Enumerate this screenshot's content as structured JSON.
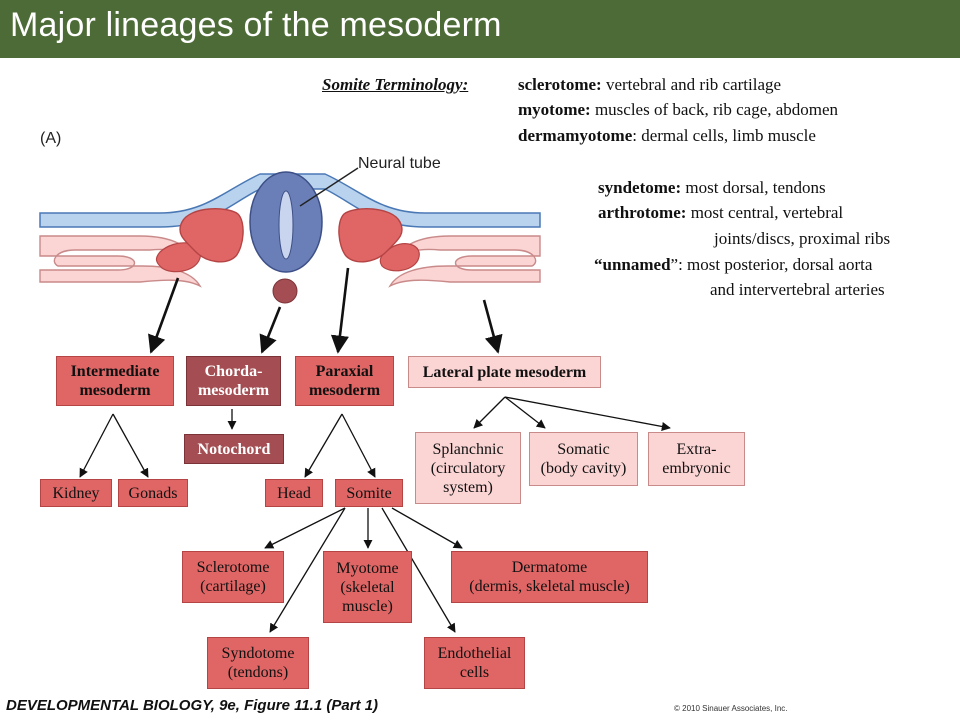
{
  "title": "Major lineages of the mesoderm",
  "somite_terminology": {
    "heading": "Somite Terminology:",
    "lines": [
      {
        "term": "sclerotome:",
        "desc": " vertebral and rib cartilage"
      },
      {
        "term": "myotome:",
        "desc": " muscles of back, rib cage, abdomen"
      },
      {
        "term": "dermamyotome",
        "desc": ": dermal cells, limb muscle"
      },
      {
        "term": "syndetome:",
        "desc": " most dorsal, tendons"
      },
      {
        "term": "arthrotome:",
        "desc": " most central, vertebral"
      },
      {
        "term": "",
        "desc": "joints/discs, proximal ribs"
      },
      {
        "term": "“unnamed",
        "desc": "”: most posterior, dorsal aorta"
      },
      {
        "term": "",
        "desc": "and intervertebral arteries"
      }
    ]
  },
  "figure": {
    "panel_label": "(A)",
    "neural_tube_label": "Neural tube",
    "boxes": {
      "intermediate": "Intermediate\nmesoderm",
      "chorda": "Chorda-\nmesoderm",
      "paraxial": "Paraxial\nmesoderm",
      "lateral": "Lateral plate mesoderm",
      "notochord": "Notochord",
      "kidney": "Kidney",
      "gonads": "Gonads",
      "head": "Head",
      "somite": "Somite",
      "splanchnic": "Splanchnic\n(circulatory\nsystem)",
      "somatic": "Somatic\n(body cavity)",
      "extra": "Extra-\nembryonic",
      "sclerotome": "Sclerotome\n(cartilage)",
      "myotome": "Myotome\n(skeletal\nmuscle)",
      "dermatome": "Dermatome\n(dermis, skeletal muscle)",
      "syndotome": "Syndotome\n(tendons)",
      "endothelial": "Endothelial\ncells"
    }
  },
  "footer": "DEVELOPMENTAL BIOLOGY, 9e, Figure 11.1 (Part 1)",
  "copyright": "© 2010 Sinauer Associates, Inc.",
  "colors": {
    "title_bar": "#4d6b36",
    "mesoderm_dark": "#e06666",
    "mesoderm_light": "#fbd4d4",
    "chordamesoderm": "#a44e53",
    "neural_tube": "#6a7fb8",
    "ectoderm": "#b9d3ee"
  }
}
